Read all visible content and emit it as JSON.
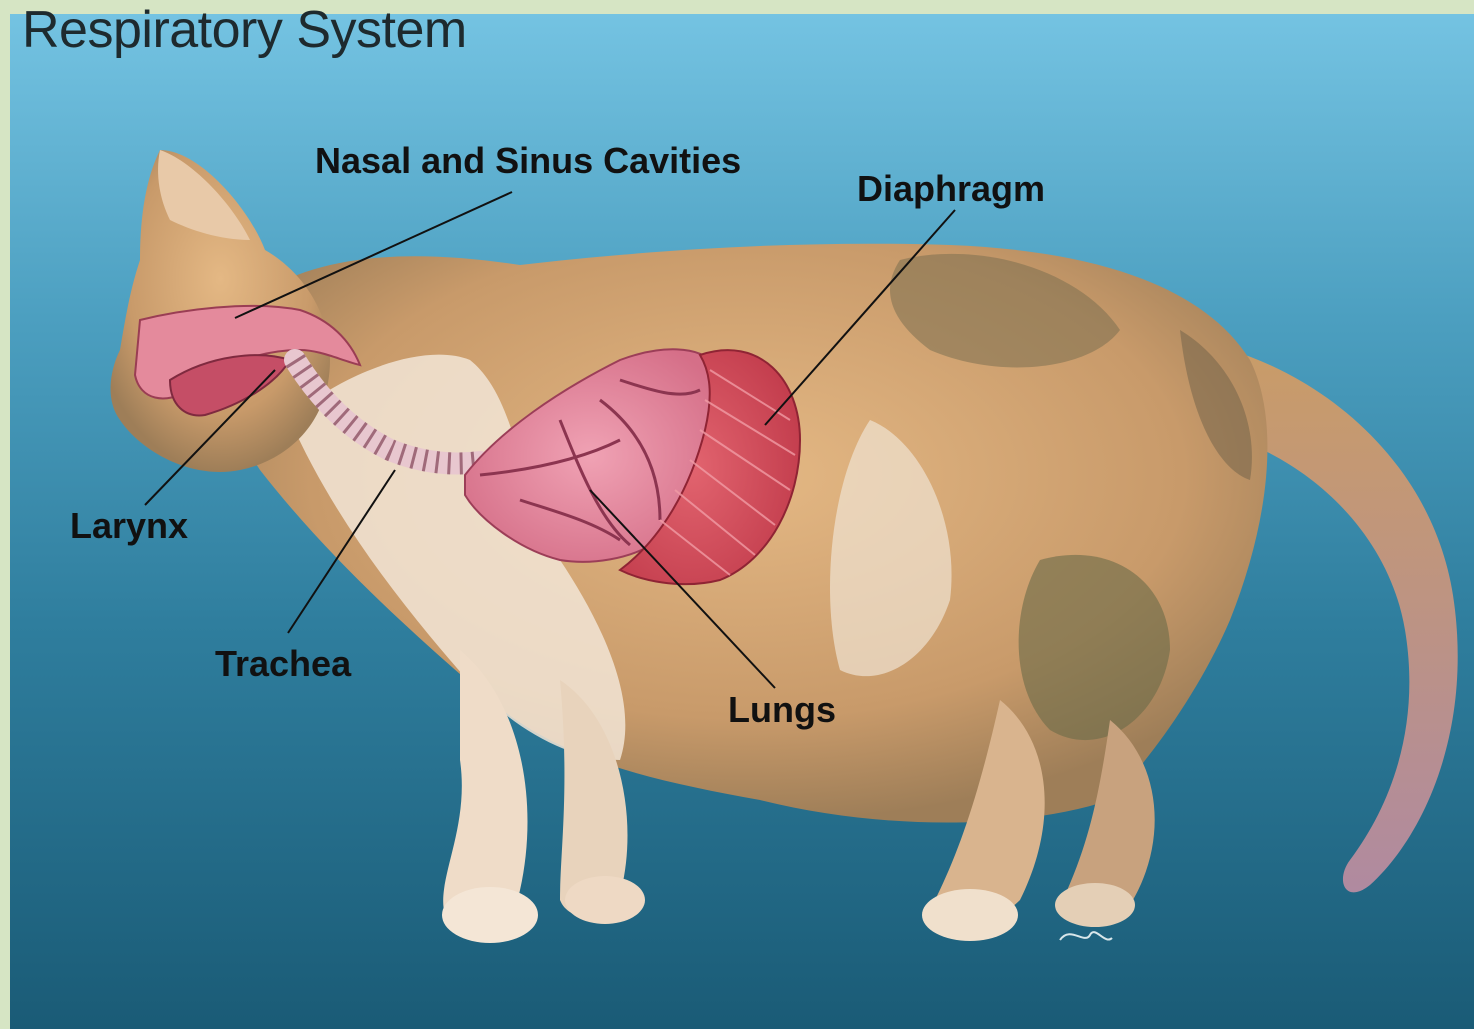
{
  "title": "Respiratory System",
  "labels": {
    "nasal": "Nasal and Sinus Cavities",
    "diaphragm": "Diaphragm",
    "larynx": "Larynx",
    "trachea": "Trachea",
    "lungs": "Lungs"
  },
  "colors": {
    "background_top": "#74c3e2",
    "background_bottom": "#1a5b76",
    "frame": "#d6e5c4",
    "fur": "#d9a772",
    "lung": "#e889a0",
    "diaphragm": "#d94f5f"
  }
}
